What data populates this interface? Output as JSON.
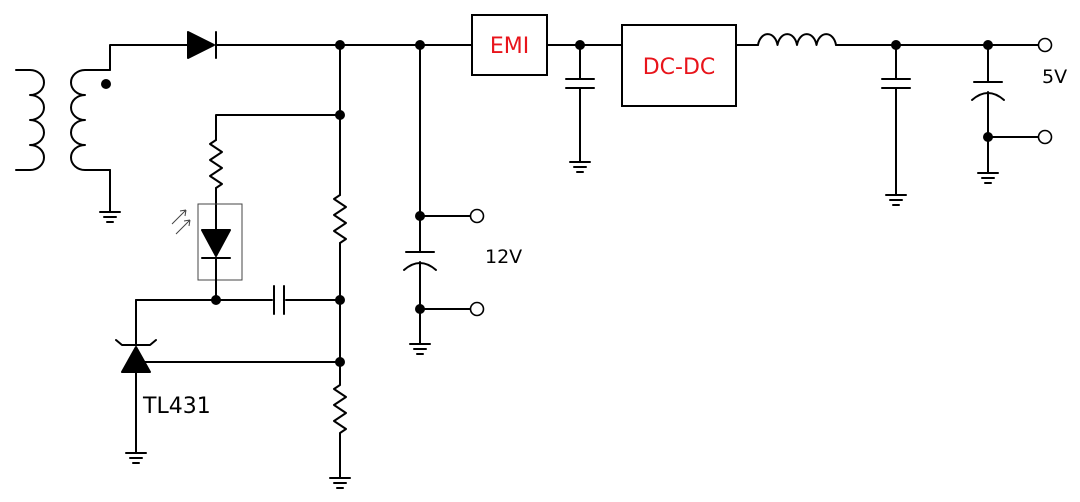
{
  "blocks": {
    "emi": "EMI",
    "dcdc": "DC-DC"
  },
  "labels": {
    "out_12v": "12V",
    "out_5v": "5V",
    "regulator": "TL431"
  },
  "colors": {
    "wire": "#000000",
    "block_text": "#e8141b"
  },
  "components": [
    "transformer",
    "rectifier-diode",
    "optocoupler-led",
    "led-resistor",
    "divider-resistor-top",
    "divider-resistor-bottom",
    "feedback-capacitor",
    "tl431-shunt-regulator",
    "output-capacitor-12v",
    "emi-filter",
    "dc-dc-converter",
    "input-capacitor-dcdc",
    "output-inductor",
    "filter-capacitor",
    "output-capacitor-5v"
  ]
}
